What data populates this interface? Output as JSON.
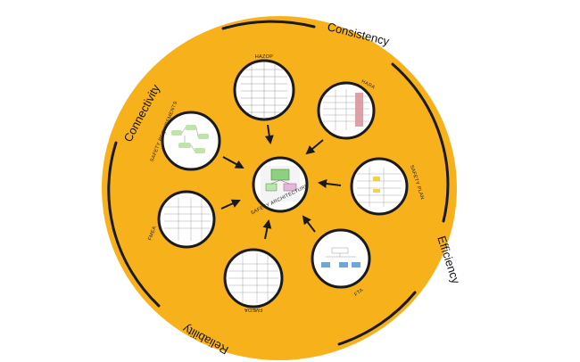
{
  "diagram": {
    "ring_words": [
      {
        "id": "consistency",
        "text": "Consistency"
      },
      {
        "id": "efficiency",
        "text": "Efficiency"
      },
      {
        "id": "reliability",
        "text": "Reliability"
      },
      {
        "id": "connectivity",
        "text": "Connectivity"
      }
    ],
    "center": {
      "label": "SAFETY ARCHITECTURE"
    },
    "nodes": [
      {
        "id": "hazop",
        "label": "HAZOP"
      },
      {
        "id": "hara",
        "label": "HARA"
      },
      {
        "id": "safety-plan",
        "label": "SAFETY PLAN"
      },
      {
        "id": "fta",
        "label": "FTA"
      },
      {
        "id": "fmeda",
        "label": "FMEDA"
      },
      {
        "id": "fmea",
        "label": "FMEA"
      },
      {
        "id": "safety-requirements",
        "label": "SAFETY REQUIREMENTS"
      }
    ],
    "colors": {
      "disk": "#F7B21B",
      "ring_stroke": "#1A1A1A",
      "node_border": "#1A1A1A",
      "node_fill": "#FFFFFF",
      "arrow": "#1A1A1A",
      "hara_accent": "#E0A0A8",
      "diagram_green": "#8ED081"
    }
  }
}
